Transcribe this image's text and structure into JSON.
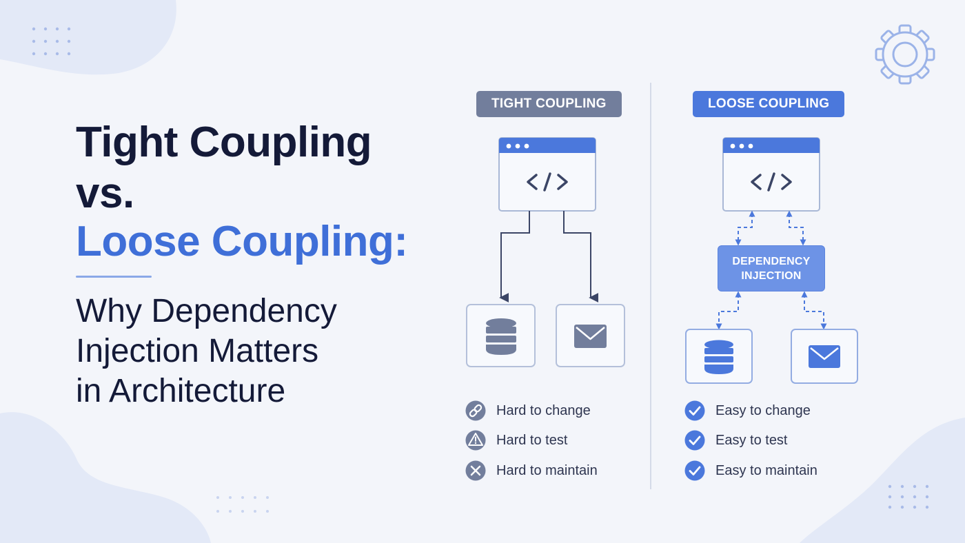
{
  "headline": {
    "line1": "Tight Coupling",
    "line2": "vs.",
    "line3": "Loose Coupling:",
    "sub1": "Why Dependency",
    "sub2": "Injection Matters",
    "sub3": "in Architecture"
  },
  "tight": {
    "label": "TIGHT COUPLING",
    "items": [
      {
        "text": "Hard to change",
        "icon": "link-icon"
      },
      {
        "text": "Hard to test",
        "icon": "warning-icon"
      },
      {
        "text": "Hard to maintain",
        "icon": "x-icon"
      }
    ]
  },
  "loose": {
    "label": "LOOSE COUPLING",
    "di_line1": "DEPENDENCY",
    "di_line2": "INJECTION",
    "items": [
      {
        "text": "Easy to change",
        "icon": "check-icon"
      },
      {
        "text": "Easy to test",
        "icon": "check-icon"
      },
      {
        "text": "Easy to maintain",
        "icon": "check-icon"
      }
    ]
  },
  "colors": {
    "background": "#f3f5fa",
    "dark_text": "#141a38",
    "accent_blue": "#3f6fd8",
    "tight_gray": "#727e9c",
    "loose_blue": "#4b78dc"
  }
}
